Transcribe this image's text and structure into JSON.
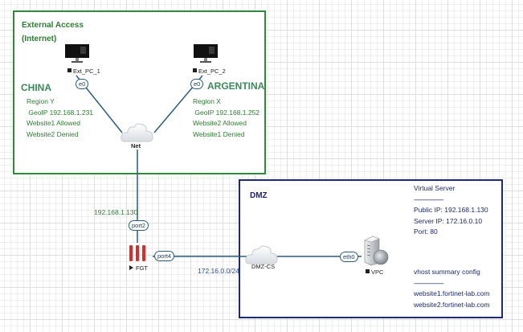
{
  "zones": {
    "external": {
      "title_line1": "External Access",
      "title_line2": "(Internet)",
      "border_color": "#2e8b3e"
    },
    "dmz": {
      "title": "DMZ",
      "border_color": "#1c2a7a"
    }
  },
  "nodes": {
    "ext_pc_1": {
      "label": "Ext_PC_1",
      "port": "e0",
      "country": "CHINA",
      "info": [
        "Region Y",
        " GeoIP 192.168.1.231",
        "Website1 Allowed",
        "Website2 Denied"
      ]
    },
    "ext_pc_2": {
      "label": "Ext_PC_2",
      "port": "e0",
      "country": "ARGENTINA",
      "info": [
        "Region X",
        " GeoIP 192.168.1.252",
        "Website2 Allowed",
        "Website1 Denied"
      ]
    },
    "net": {
      "label": "Net"
    },
    "fgt": {
      "label": "FGT",
      "port_wan": "port2",
      "port_dmz": "port4",
      "wan_ip": "192.168.1.130",
      "dmz_subnet": "172.16.0.0/24",
      "color": "#d32f2f"
    },
    "dmz_cs": {
      "label": "DMZ-CS"
    },
    "vpc": {
      "label": "VPC",
      "port": "eth0"
    }
  },
  "virtual_server": {
    "title": "Virtual Server",
    "separator": "--------------------",
    "lines": [
      "Public IP: 192.168.1.130",
      "Server IP: 172.16.0.10",
      "Port: 80"
    ]
  },
  "vhost": {
    "title": "vhost summary config",
    "separator": "--------------------",
    "lines": [
      "website1.fortinet-lab.com",
      "website2.fortinet-lab.com"
    ]
  }
}
